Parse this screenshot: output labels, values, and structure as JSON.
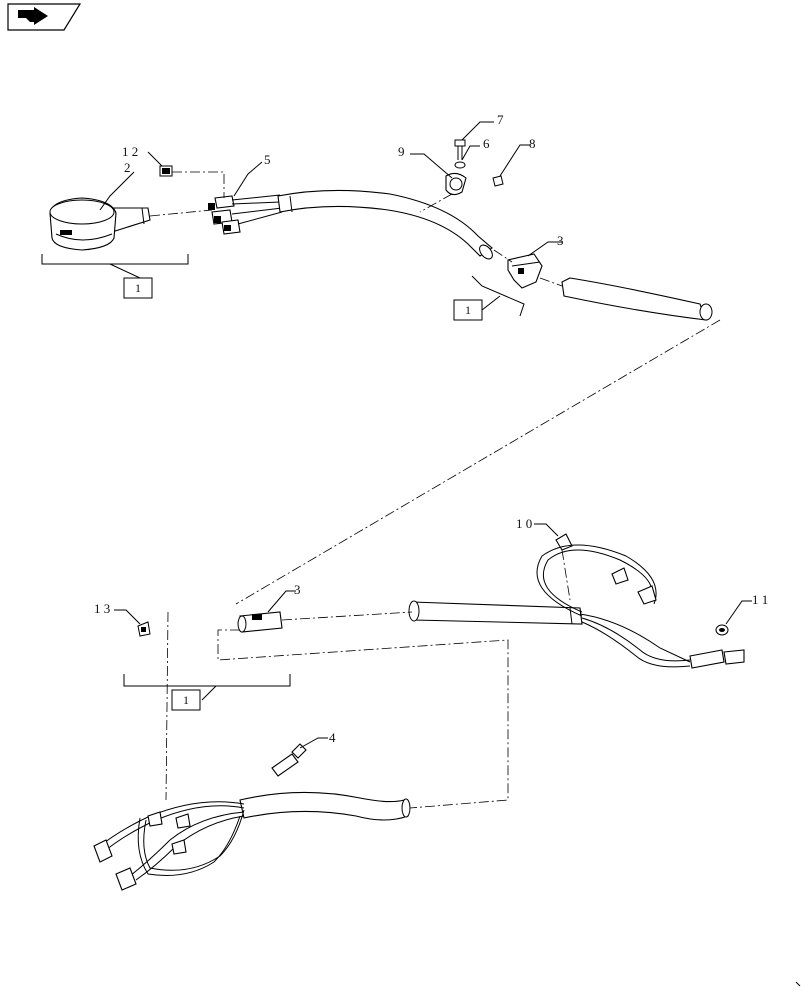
{
  "nav": {
    "icon": "next-page-arrow-icon"
  },
  "callouts": [
    {
      "id": "c2",
      "text": "2"
    },
    {
      "id": "c12",
      "text": "1 2"
    },
    {
      "id": "c5",
      "text": "5"
    },
    {
      "id": "c9",
      "text": "9"
    },
    {
      "id": "c7",
      "text": "7"
    },
    {
      "id": "c6",
      "text": "6"
    },
    {
      "id": "c8",
      "text": "8"
    },
    {
      "id": "c3a",
      "text": "3"
    },
    {
      "id": "c10",
      "text": "1 0"
    },
    {
      "id": "c11",
      "text": "1 1"
    },
    {
      "id": "c13",
      "text": "1 3"
    },
    {
      "id": "c3b",
      "text": "3"
    },
    {
      "id": "c4",
      "text": "4"
    }
  ],
  "boxes": [
    {
      "id": "b1",
      "text": "1"
    },
    {
      "id": "b2",
      "text": "1"
    },
    {
      "id": "b3",
      "text": "1"
    }
  ]
}
